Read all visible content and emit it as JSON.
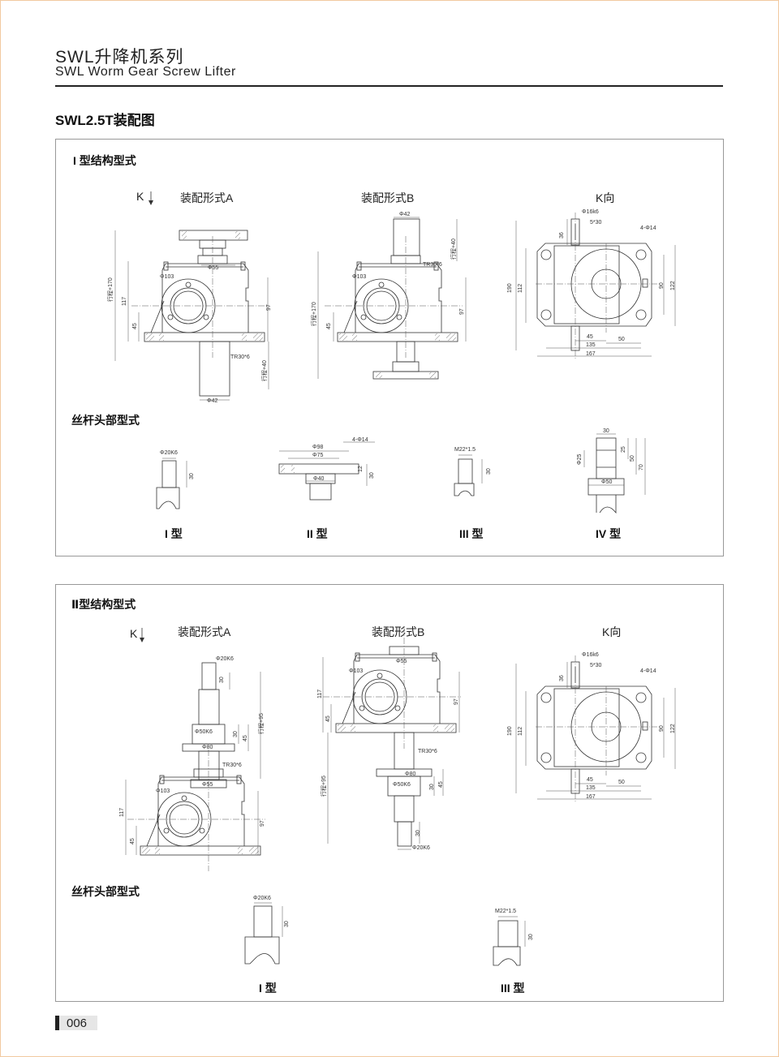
{
  "header": {
    "title": "SWL升降机系列",
    "subtitle": "SWL Worm  Gear Screw Lifter",
    "section_title": "SWL2.5T装配图"
  },
  "s1": {
    "title": "I 型结构型式",
    "k_arrow": "K",
    "form_a": {
      "label": "装配形式A",
      "dims": [
        "Φ55",
        "Φ103",
        "行程+170",
        "117",
        "45",
        "97",
        "TR30*6",
        "行程+40",
        "Φ42"
      ]
    },
    "form_b": {
      "label": "装配形式B",
      "dims": [
        "Φ42",
        "行程+40",
        "TR30*6",
        "Φ103",
        "行程+170",
        "45",
        "97"
      ]
    },
    "k_view": {
      "label": "K向",
      "dims": [
        "Φ16k6",
        "5*30",
        "4-Φ14",
        "36",
        "190",
        "112",
        "90",
        "122",
        "45",
        "50",
        "135",
        "167"
      ]
    },
    "head_title": "丝杆头部型式",
    "heads": [
      {
        "label": "I 型",
        "dims": [
          "Φ20K6",
          "30"
        ]
      },
      {
        "label": "II 型",
        "dims": [
          "Φ98",
          "Φ75",
          "4-Φ14",
          "12",
          "30",
          "Φ40"
        ]
      },
      {
        "label": "III 型",
        "dims": [
          "M22*1.5",
          "30"
        ]
      },
      {
        "label": "IV 型",
        "dims": [
          "30",
          "Φ25",
          "25",
          "50",
          "70",
          "Φ50"
        ]
      }
    ]
  },
  "s2": {
    "title": "Ⅱ型结构型式",
    "k_arrow": "K",
    "form_a": {
      "label": "装配形式A",
      "dims": [
        "Φ20K6",
        "30",
        "行程+95",
        "Φ50K6",
        "30",
        "45",
        "Φ80",
        "TR30*6",
        "Φ55",
        "Φ103",
        "117",
        "97",
        "45"
      ]
    },
    "form_b": {
      "label": "装配形式B",
      "dims": [
        "Φ55",
        "Φ103",
        "117",
        "97",
        "45",
        "TR30*6",
        "Φ80",
        "Φ50K6",
        "行程+95",
        "30",
        "45",
        "30",
        "Φ20K6"
      ]
    },
    "k_view": {
      "label": "K向",
      "dims": [
        "Φ16k6",
        "5*30",
        "4-Φ14",
        "36",
        "190",
        "112",
        "90",
        "122",
        "45",
        "50",
        "135",
        "167"
      ]
    },
    "head_title": "丝杆头部型式",
    "heads": [
      {
        "label": "I 型",
        "dims": [
          "Φ20K6",
          "30"
        ]
      },
      {
        "label": "III 型",
        "dims": [
          "M22*1.5",
          "30"
        ]
      }
    ]
  },
  "footer": {
    "page_number": "006"
  }
}
